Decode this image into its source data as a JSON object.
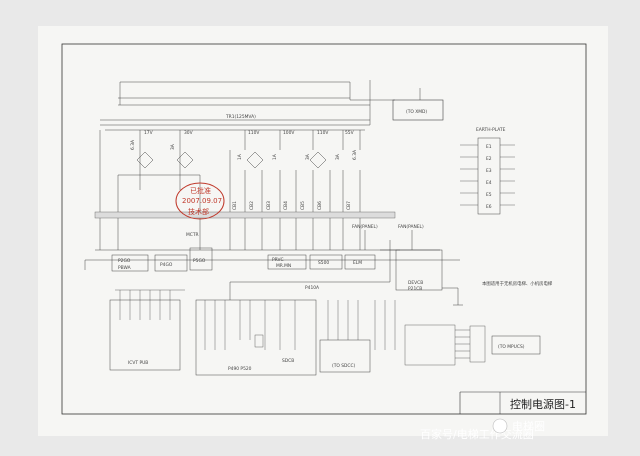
{
  "sheet_title": "控制电源图-1",
  "transformer_label": "TR1(125MVA)",
  "cabinet_top_label": "(TO XMD)",
  "earth_plate_label": "EARTH-PLATE",
  "earth_terminals": [
    "E1",
    "E2",
    "E3",
    "E4",
    "E5",
    "E6"
  ],
  "voltage_labels": [
    "17V",
    "30V",
    "110V",
    "100V",
    "110V",
    "55V"
  ],
  "fuse_labels": [
    "6.3A",
    "3A",
    "1A",
    "1A",
    "3A",
    "3A",
    "6.3A"
  ],
  "breaker_labels": [
    "CB1",
    "CB2",
    "CB3",
    "CB4",
    "CB5",
    "CB6",
    "CB7"
  ],
  "module_labels": {
    "p1": "P2GO",
    "p1_sub": "PBWA",
    "p2": "P4GO",
    "p3": "P5GO",
    "p_ref": "PRVC",
    "mr_mn": "MR.MN",
    "s500": "S500",
    "elm": "ELM",
    "mctr": "MCTR",
    "p_mpu": "P410A",
    "icvt": "ICVT PUB",
    "sdcb": "SDCB",
    "sdcb_sub": "P490 P520",
    "to_sdcc": "(TO SDCC)",
    "to_mpucs": "(TO MPUCS)",
    "panel1": "FAN(PANEL)",
    "panel2": "FAN(PANEL)",
    "dev": "DEVCB",
    "dev_sub": "P21CB"
  },
  "note_text": "本图适用于无机房电梯、小机房电梯",
  "stamp": {
    "lines": [
      "已批准",
      "2007.09.07",
      "技术部"
    ]
  },
  "watermark": "电梯圈",
  "watermark2": "百家号/电梯工作交流圈"
}
